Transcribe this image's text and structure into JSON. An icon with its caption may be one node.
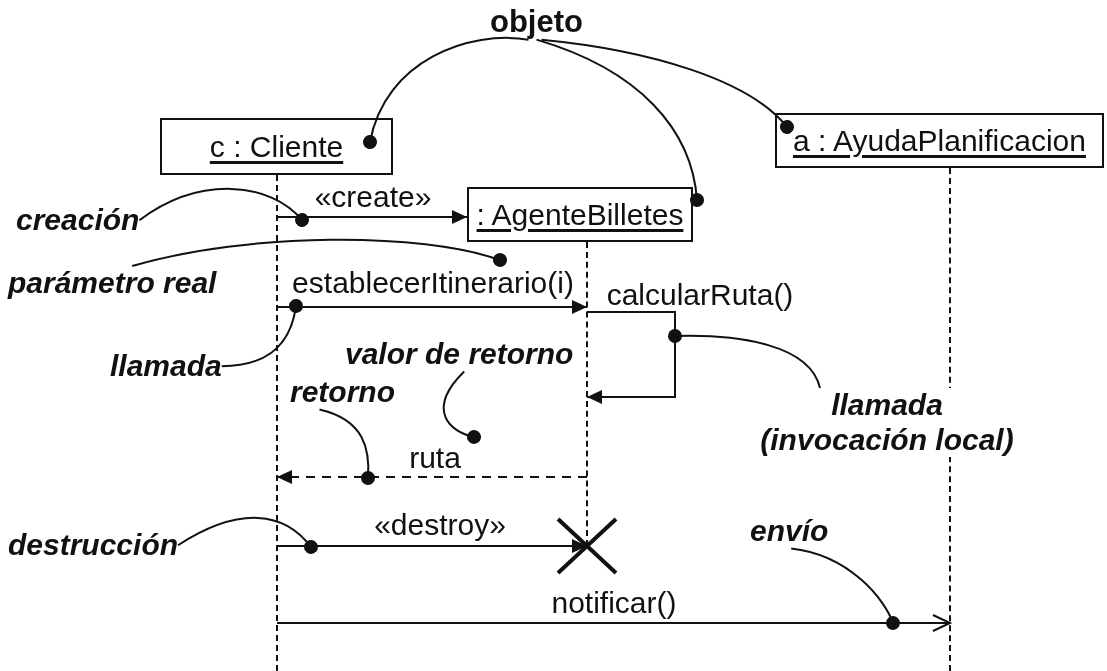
{
  "diagram": {
    "nodes": [
      {
        "text": [
          "c : Cliente"
        ]
      },
      {
        "text": [
          ": AgenteBilletes"
        ]
      },
      {
        "text": [
          "a : AyudaPlanificacion"
        ]
      },
      {
        "text": [],
        "shape": "line"
      },
      {
        "text": [],
        "shape": "line"
      },
      {
        "text": [],
        "shape": "line"
      },
      {
        "text": [
          "objeto"
        ]
      },
      {
        "text": [
          "creación"
        ]
      },
      {
        "text": [
          "parámetro real"
        ]
      },
      {
        "text": [
          "llamada"
        ]
      },
      {
        "text": [
          "valor de retorno"
        ]
      },
      {
        "text": [
          "retorno"
        ]
      },
      {
        "text": [
          "llamada (invocación local)"
        ]
      },
      {
        "text": [
          "destrucción"
        ]
      },
      {
        "text": [
          "envío"
        ]
      }
    ],
    "edges": [
      {
        "from": 3,
        "to": 1,
        "arrow": "to",
        "label": "«create»"
      },
      {
        "from": 3,
        "to": 4,
        "arrow": "to",
        "label": "establecerItinerario(i)"
      },
      {
        "from": 4,
        "to": 4,
        "arrow": "to",
        "label": "calcularRuta()"
      },
      {
        "from": 4,
        "to": 3,
        "arrow": "to",
        "label": "ruta",
        "style": "dashed"
      },
      {
        "from": 3,
        "to": 4,
        "arrow": "to",
        "label": "«destroy»"
      },
      {
        "from": 3,
        "to": 5,
        "arrow": "to",
        "label": "notificar()"
      },
      {
        "from": 6,
        "to": 0,
        "arrow": "other"
      },
      {
        "from": 6,
        "to": 1,
        "arrow": "other"
      },
      {
        "from": 6,
        "to": 2,
        "arrow": "other"
      },
      {
        "from": 7,
        "to": 3,
        "arrow": "other"
      },
      {
        "from": 8,
        "to": 1,
        "arrow": "other"
      },
      {
        "from": 9,
        "to": 3,
        "arrow": "other"
      },
      {
        "from": 10,
        "to": null,
        "arrow": "other"
      },
      {
        "from": 11,
        "to": null,
        "arrow": "other"
      },
      {
        "from": 12,
        "to": null,
        "arrow": "other"
      },
      {
        "from": 13,
        "to": null,
        "arrow": "other"
      },
      {
        "from": 14,
        "to": null,
        "arrow": "other"
      }
    ]
  }
}
